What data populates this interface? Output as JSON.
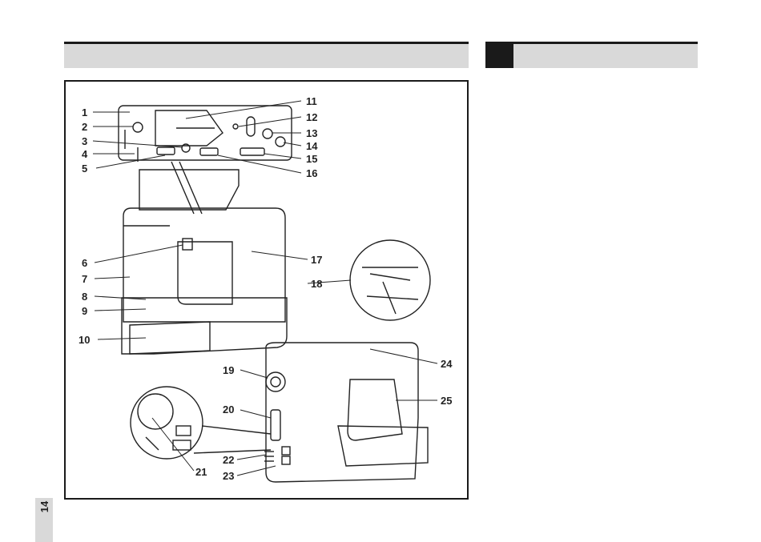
{
  "page": {
    "number": "14"
  },
  "colors": {
    "header_bg": "#d9d9d9",
    "header_rule": "#1a1a1a",
    "tab_bg": "#d9d9d9"
  },
  "callouts": [
    "1",
    "2",
    "3",
    "4",
    "5",
    "6",
    "7",
    "8",
    "9",
    "10",
    "11",
    "12",
    "13",
    "14",
    "15",
    "16",
    "17",
    "18",
    "19",
    "20",
    "21",
    "22",
    "23",
    "24",
    "25"
  ]
}
